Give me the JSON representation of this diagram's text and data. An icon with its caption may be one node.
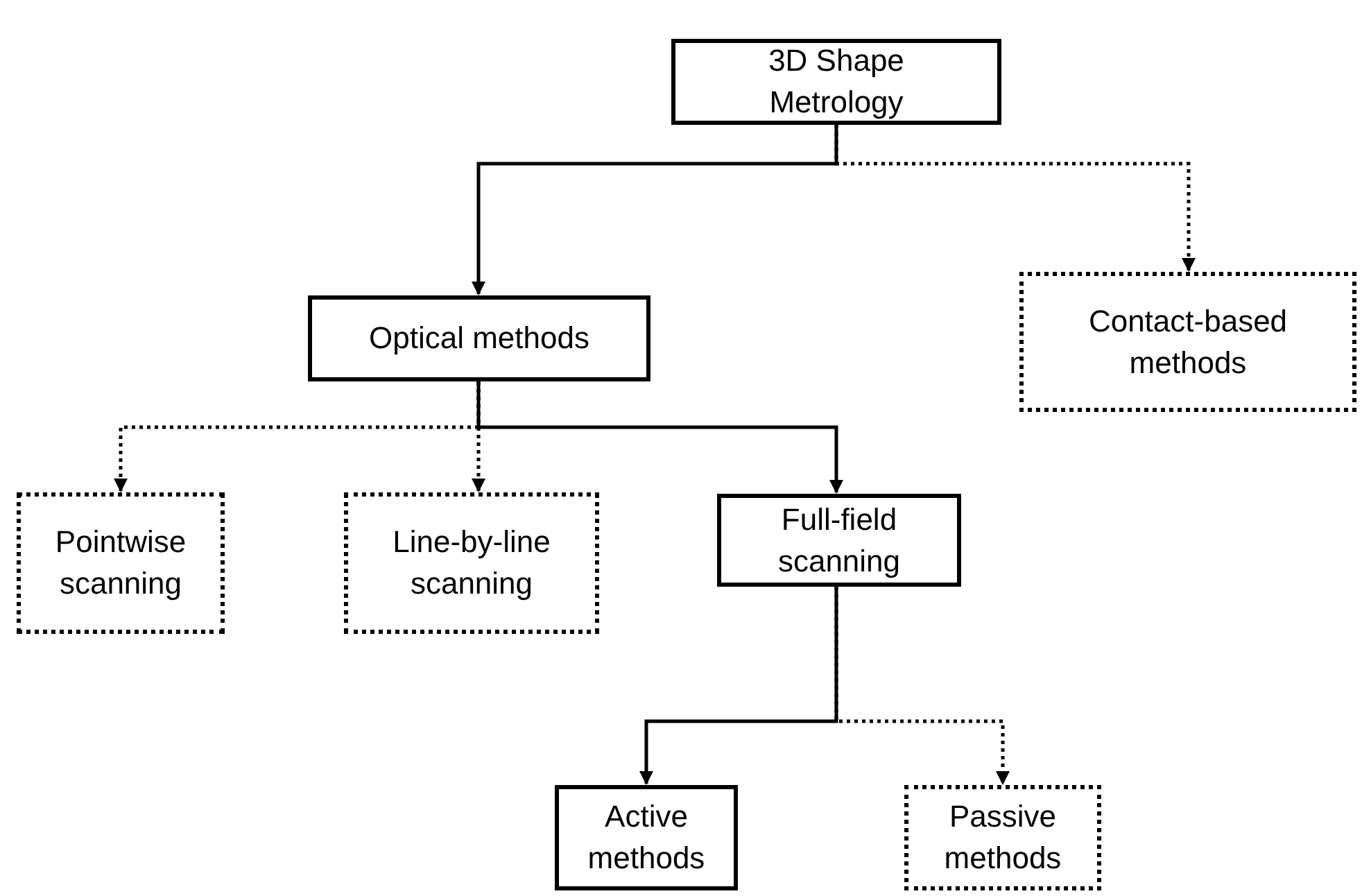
{
  "diagram": {
    "nodes": [
      {
        "text": [
          "3D Shape Metrology"
        ]
      },
      {
        "text": [
          "Optical methods"
        ]
      },
      {
        "text": [
          "Contact-based methods"
        ]
      },
      {
        "text": [
          "Pointwise scanning"
        ]
      },
      {
        "text": [
          "Line-by-line scanning"
        ]
      },
      {
        "text": [
          "Full-field scanning"
        ]
      },
      {
        "text": [
          "Active methods"
        ]
      },
      {
        "text": [
          "Passive methods"
        ]
      }
    ],
    "edges": [
      {
        "from": 0,
        "to": 1,
        "arrow": "to"
      },
      {
        "from": 0,
        "to": 2,
        "arrow": "to",
        "style": "dashed"
      },
      {
        "from": 1,
        "to": 3,
        "arrow": "to",
        "style": "dashed"
      },
      {
        "from": 1,
        "to": 4,
        "arrow": "to",
        "style": "dashed"
      },
      {
        "from": 1,
        "to": 5,
        "arrow": "to"
      },
      {
        "from": 5,
        "to": 6,
        "arrow": "to"
      },
      {
        "from": 5,
        "to": 7,
        "arrow": "to",
        "style": "dashed"
      }
    ]
  }
}
